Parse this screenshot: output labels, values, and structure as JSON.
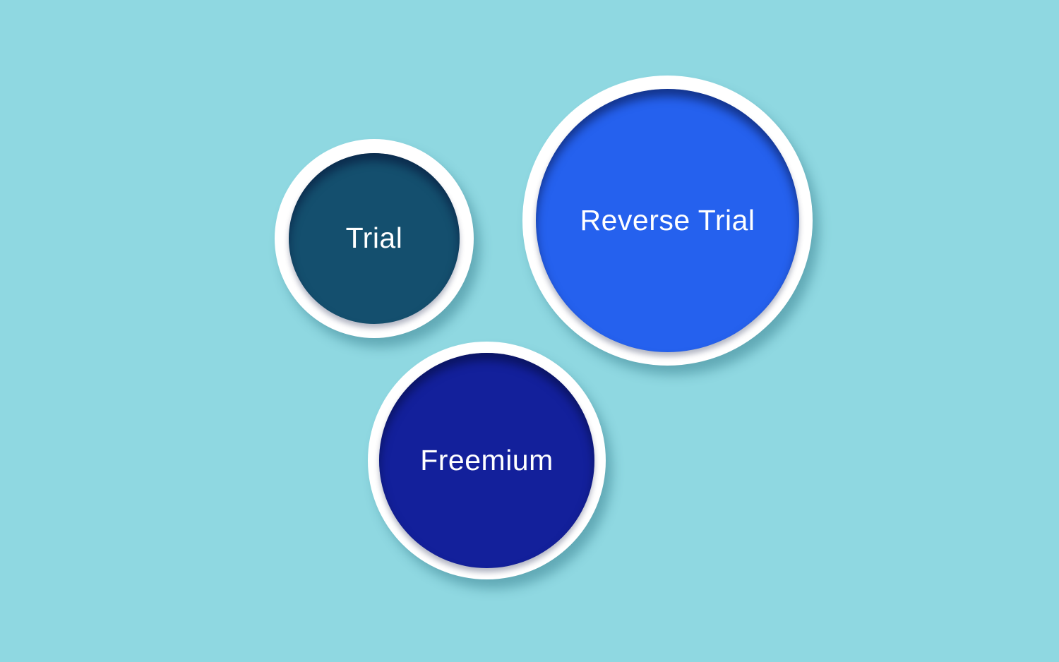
{
  "diagram": {
    "background_color": "#8FD8E1",
    "ring_color": "#FFFFFF",
    "bubbles": [
      {
        "label": "Trial",
        "fill": "#144F6E",
        "text_color": "#FFFFFF"
      },
      {
        "label": "Reverse Trial",
        "fill": "#2561EE",
        "text_color": "#FFFFFF"
      },
      {
        "label": "Freemium",
        "fill": "#13209B",
        "text_color": "#FFFFFF"
      }
    ]
  }
}
